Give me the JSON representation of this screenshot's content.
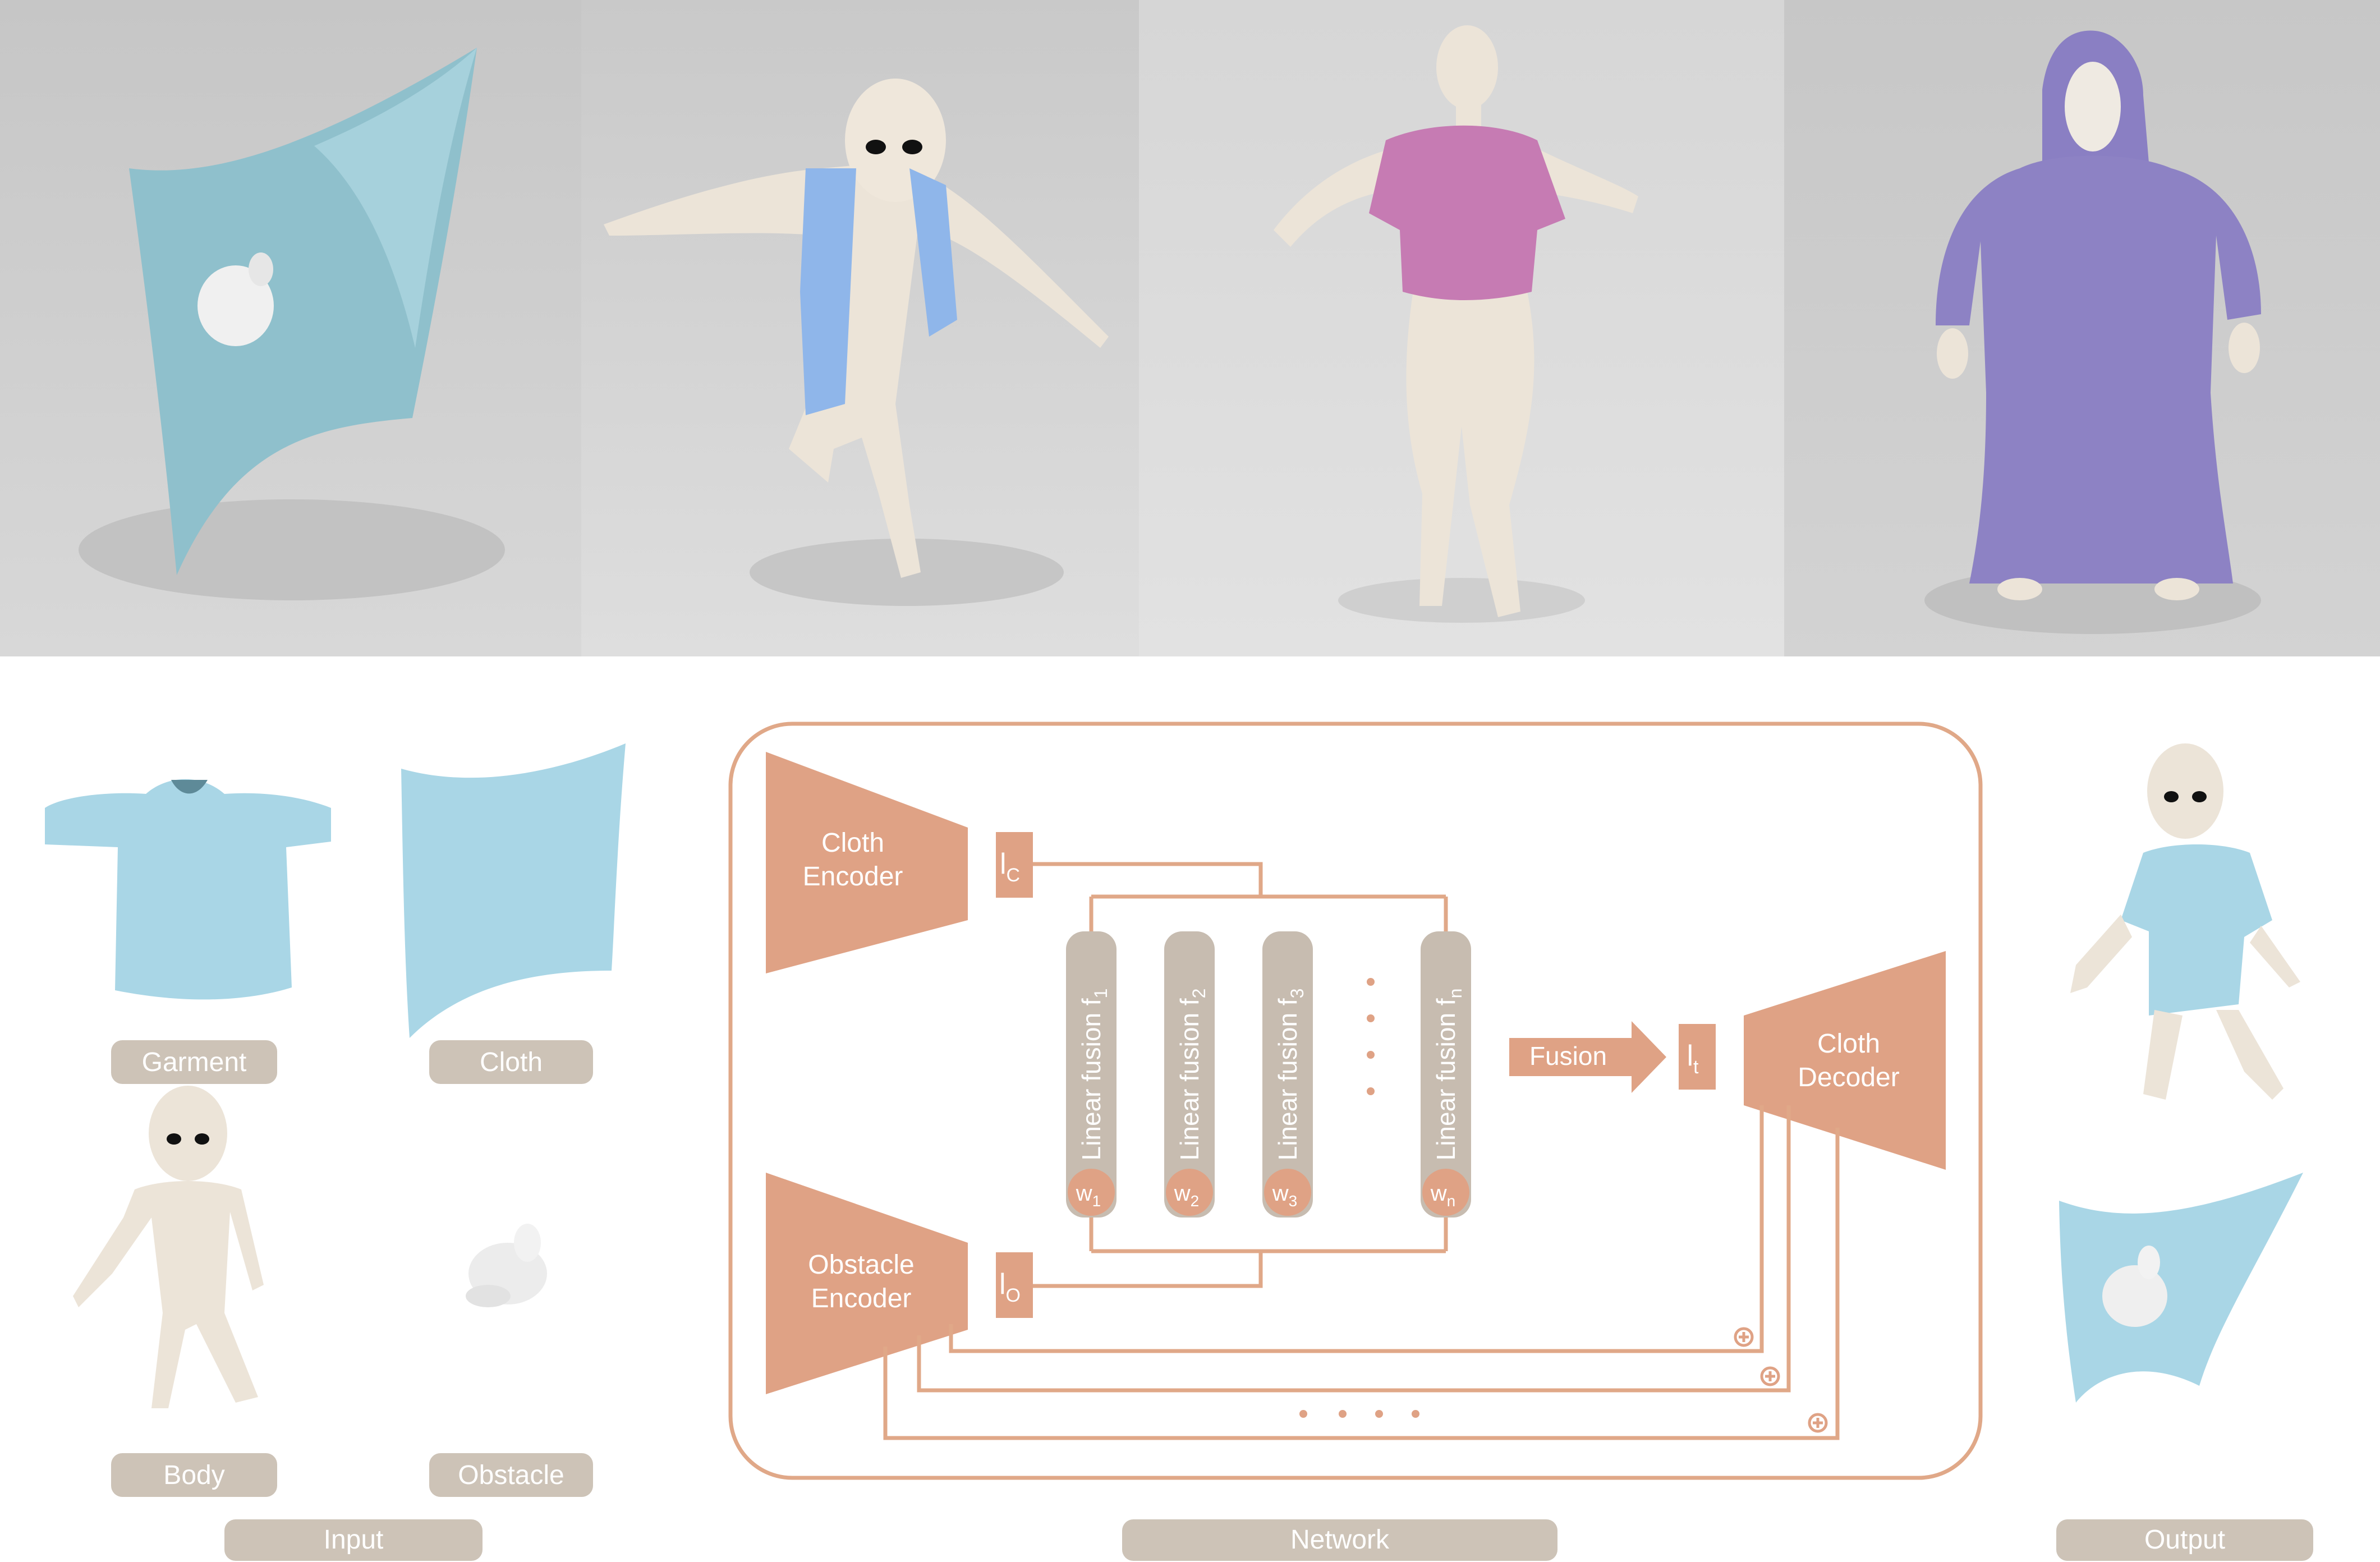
{
  "input": {
    "garment_label": "Garment",
    "cloth_label": "Cloth",
    "body_label": "Body",
    "obstacle_label": "Obstacle",
    "section_label": "Input"
  },
  "network": {
    "section_label": "Network",
    "cloth_encoder": [
      "Cloth",
      "Encoder"
    ],
    "obstacle_encoder": [
      "Obstacle",
      "Encoder"
    ],
    "cloth_decoder": [
      "Cloth",
      "Decoder"
    ],
    "latent_cloth": {
      "main": "l",
      "sub": "C"
    },
    "latent_obstacle": {
      "main": "l",
      "sub": "O"
    },
    "latent_target": {
      "main": "l",
      "sub": "t"
    },
    "fusion_label": "Fusion",
    "fusion_blocks": [
      {
        "label": "Linear fusion f",
        "sub": "1",
        "weight": "w",
        "weight_sub": "1"
      },
      {
        "label": "Linear fusion f",
        "sub": "2",
        "weight": "w",
        "weight_sub": "2"
      },
      {
        "label": "Linear fusion f",
        "sub": "3",
        "weight": "w",
        "weight_sub": "3"
      },
      {
        "label": "Linear fusion f",
        "sub": "n",
        "weight": "w",
        "weight_sub": "n"
      }
    ]
  },
  "output": {
    "section_label": "Output"
  },
  "colors": {
    "network": "#dfa285",
    "network_outline": "#e0a888",
    "pill": "#cdc3b7",
    "render_bg": "#c4c4c4",
    "cloth_blue": "#a9d6e6",
    "skin": "#ece4d8",
    "pink_shirt": "#c97fb6",
    "purple_robe": "#8d82c4"
  }
}
